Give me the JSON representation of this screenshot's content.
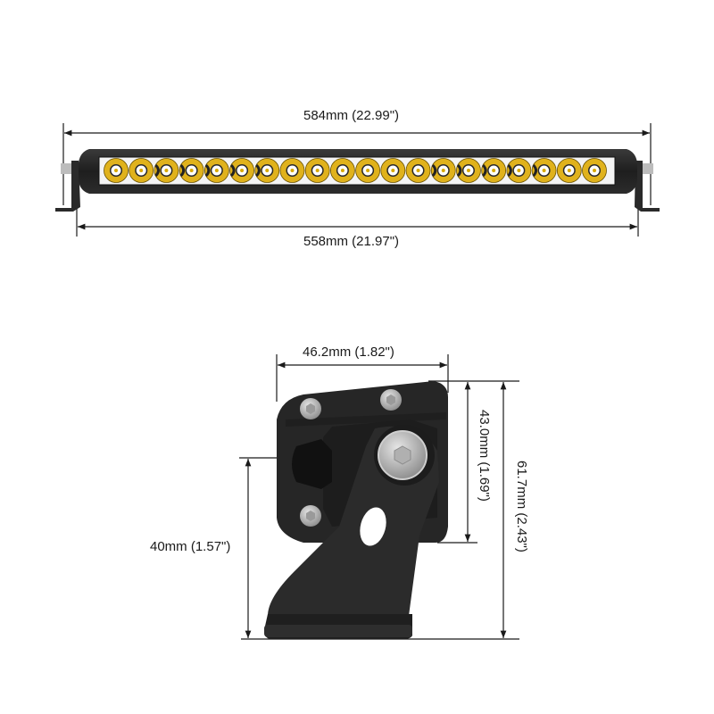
{
  "light_bar_view": {
    "overall_length_label": "584mm (22.99\")",
    "mount_span_label": "558mm (21.97\")",
    "led_count": 20,
    "colors": {
      "housing": "#2b2b2b",
      "lens_amber": "#e0b21c",
      "led_white": "#ffffff",
      "dimension_line": "#1a1a1a"
    }
  },
  "bracket_view": {
    "width_label": "46.2mm (1.82\")",
    "housing_height_label": "43.0mm (1.69\")",
    "total_height_label": "61.7mm (2.43\")",
    "center_height_label": "40mm (1.57\")"
  }
}
